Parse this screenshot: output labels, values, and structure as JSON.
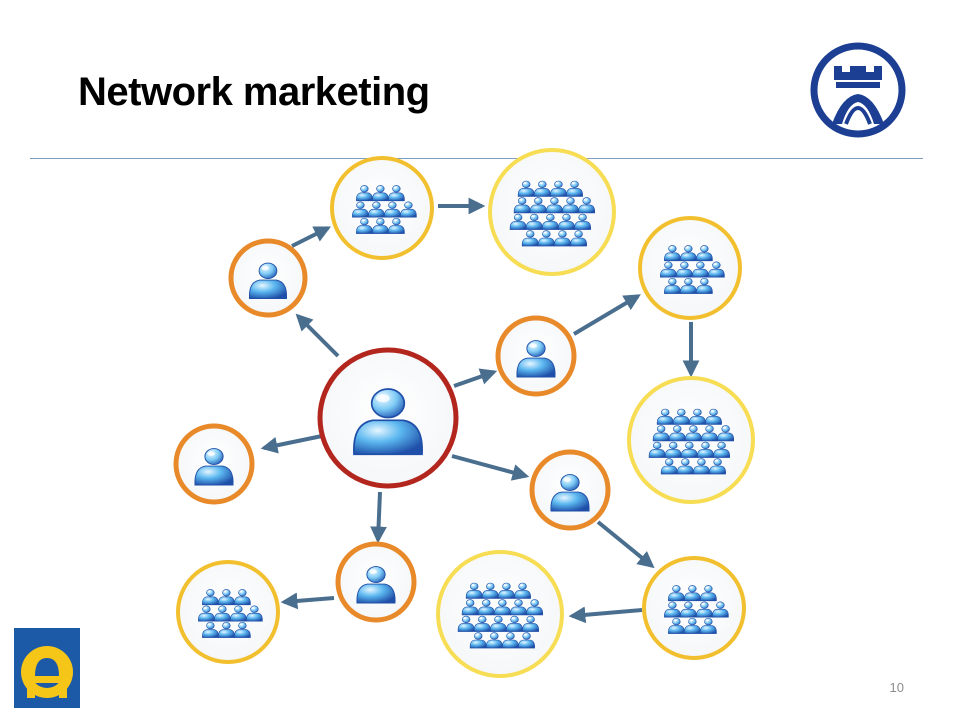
{
  "slide": {
    "title": "Network marketing",
    "page_number": "10"
  },
  "colors": {
    "accent_rule": "#7a9cc0",
    "ring_root": "#b3261e",
    "ring_member": "#e8892a",
    "ring_group": "#f2c02e",
    "ring_group_light": "#f7dd54",
    "arrow": "#4a6e8e",
    "person_light": "#bfe6ff",
    "person_mid": "#3aa6e8",
    "person_dark": "#1f4fa8",
    "logo_blue": "#1c3f94",
    "logo_yellow": "#f5c518"
  },
  "icons": {
    "top_logo": "castle-tower-logo-icon",
    "bottom_logo": "arch-a-logo-icon",
    "single": "person-icon",
    "group": "people-group-icon"
  },
  "network": {
    "nodes": [
      {
        "id": "root",
        "kind": "root",
        "icon": "person-icon"
      },
      {
        "id": "m1",
        "kind": "member",
        "icon": "person-icon"
      },
      {
        "id": "g1",
        "kind": "group",
        "icon": "people-group-icon"
      },
      {
        "id": "g2",
        "kind": "group-large",
        "icon": "people-group-icon"
      },
      {
        "id": "m2",
        "kind": "member",
        "icon": "person-icon"
      },
      {
        "id": "g3",
        "kind": "group",
        "icon": "people-group-icon"
      },
      {
        "id": "g4",
        "kind": "group-large",
        "icon": "people-group-icon"
      },
      {
        "id": "m3",
        "kind": "member",
        "icon": "person-icon"
      },
      {
        "id": "m4",
        "kind": "member",
        "icon": "person-icon"
      },
      {
        "id": "g5",
        "kind": "group",
        "icon": "people-group-icon"
      },
      {
        "id": "g6",
        "kind": "group-large",
        "icon": "people-group-icon"
      },
      {
        "id": "m5",
        "kind": "member",
        "icon": "person-icon"
      },
      {
        "id": "g7",
        "kind": "group",
        "icon": "people-group-icon"
      }
    ],
    "links": [
      [
        "root",
        "m1"
      ],
      [
        "m1",
        "g1"
      ],
      [
        "g1",
        "g2"
      ],
      [
        "root",
        "m2"
      ],
      [
        "m2",
        "g3"
      ],
      [
        "g3",
        "g4"
      ],
      [
        "root",
        "m3"
      ],
      [
        "root",
        "m4"
      ],
      [
        "m4",
        "g5"
      ],
      [
        "g5",
        "g6"
      ],
      [
        "root",
        "m5"
      ],
      [
        "m5",
        "g7"
      ]
    ]
  }
}
